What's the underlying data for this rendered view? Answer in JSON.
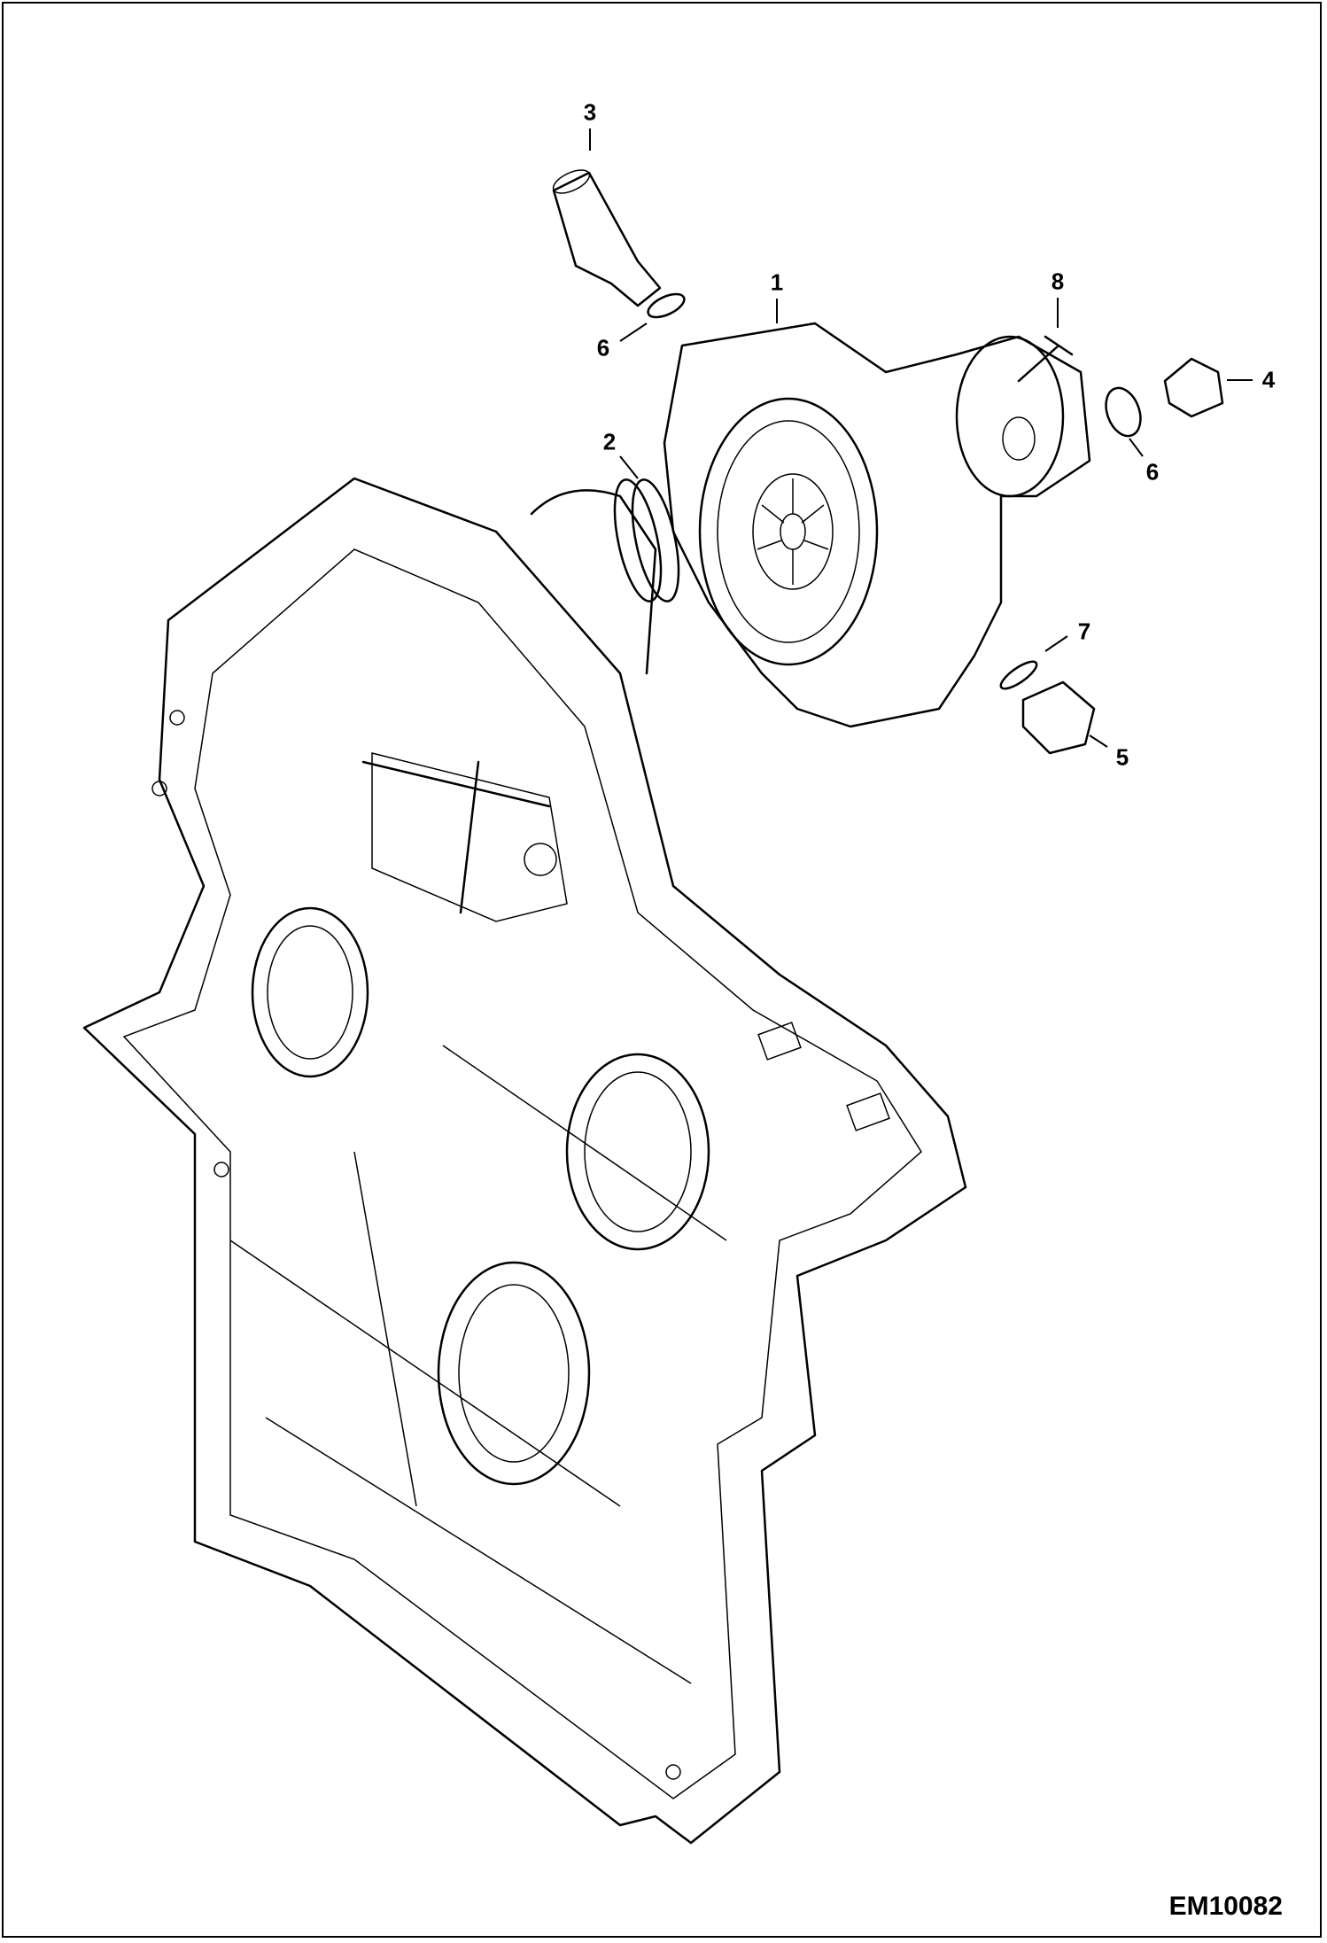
{
  "figure_code": "EM10082",
  "callouts": [
    {
      "id": "callout-3",
      "text": "3"
    },
    {
      "id": "callout-1",
      "text": "1"
    },
    {
      "id": "callout-8",
      "text": "8"
    },
    {
      "id": "callout-4",
      "text": "4"
    },
    {
      "id": "callout-6a",
      "text": "6"
    },
    {
      "id": "callout-6b",
      "text": "6"
    },
    {
      "id": "callout-2",
      "text": "2"
    },
    {
      "id": "callout-7",
      "text": "7"
    },
    {
      "id": "callout-5",
      "text": "5"
    }
  ]
}
